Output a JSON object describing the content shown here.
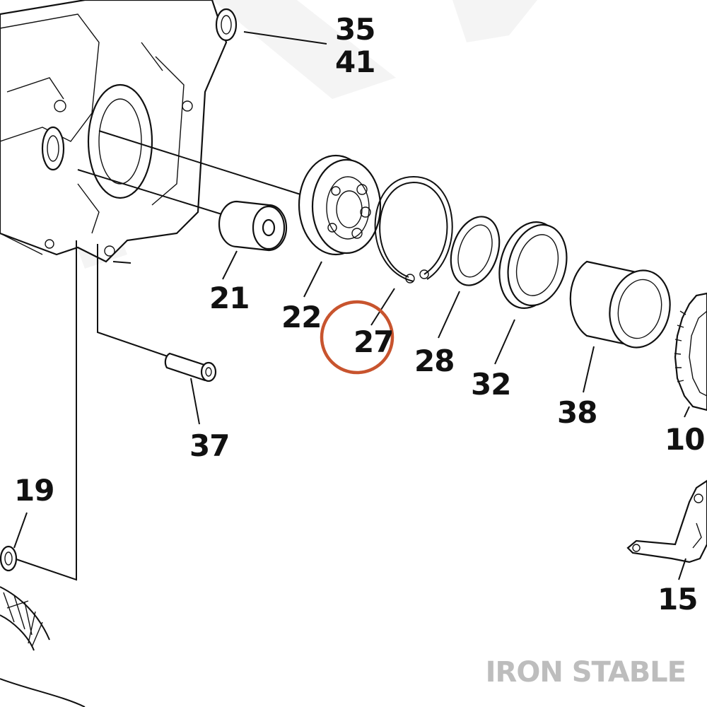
{
  "callouts": {
    "c35": "35",
    "c41": "41",
    "c21": "21",
    "c22": "22",
    "c27": "27",
    "c28": "28",
    "c32": "32",
    "c38": "38",
    "c10": "10",
    "c37": "37",
    "c19": "19",
    "c15": "15"
  },
  "highlight": {
    "target": "27",
    "color": "#c8542e"
  },
  "brand": {
    "text": "IRON STABLE",
    "color": "#bdbdbd"
  },
  "colors": {
    "line": "#111111",
    "watermark": "#ececec",
    "background": "#ffffff"
  }
}
